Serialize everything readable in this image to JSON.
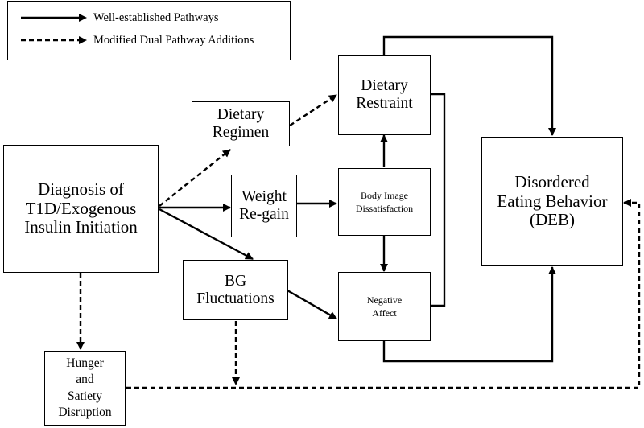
{
  "legend": {
    "solid_label": "Well-established Pathways",
    "dashed_label": "Modified Dual Pathway Additions"
  },
  "nodes": {
    "diagnosis": [
      "Diagnosis of",
      "T1D/Exogenous",
      "Insulin Initiation"
    ],
    "dietary_regimen": [
      "Dietary",
      "Regimen"
    ],
    "weight_regain": [
      "Weight",
      "Re-gain"
    ],
    "bg_fluctuations": [
      "BG",
      "Fluctuations"
    ],
    "dietary_restraint": [
      "Dietary",
      "Restraint"
    ],
    "body_image": [
      "Body Image",
      "Dissatisfaction"
    ],
    "negative_affect": [
      "Negative",
      "Affect"
    ],
    "deb": [
      "Disordered",
      "Eating Behavior",
      "(DEB)"
    ],
    "hunger": [
      "Hunger",
      "and",
      "Satiety",
      "Disruption"
    ]
  },
  "colors": {
    "line": "#000000",
    "background": "#ffffff"
  }
}
